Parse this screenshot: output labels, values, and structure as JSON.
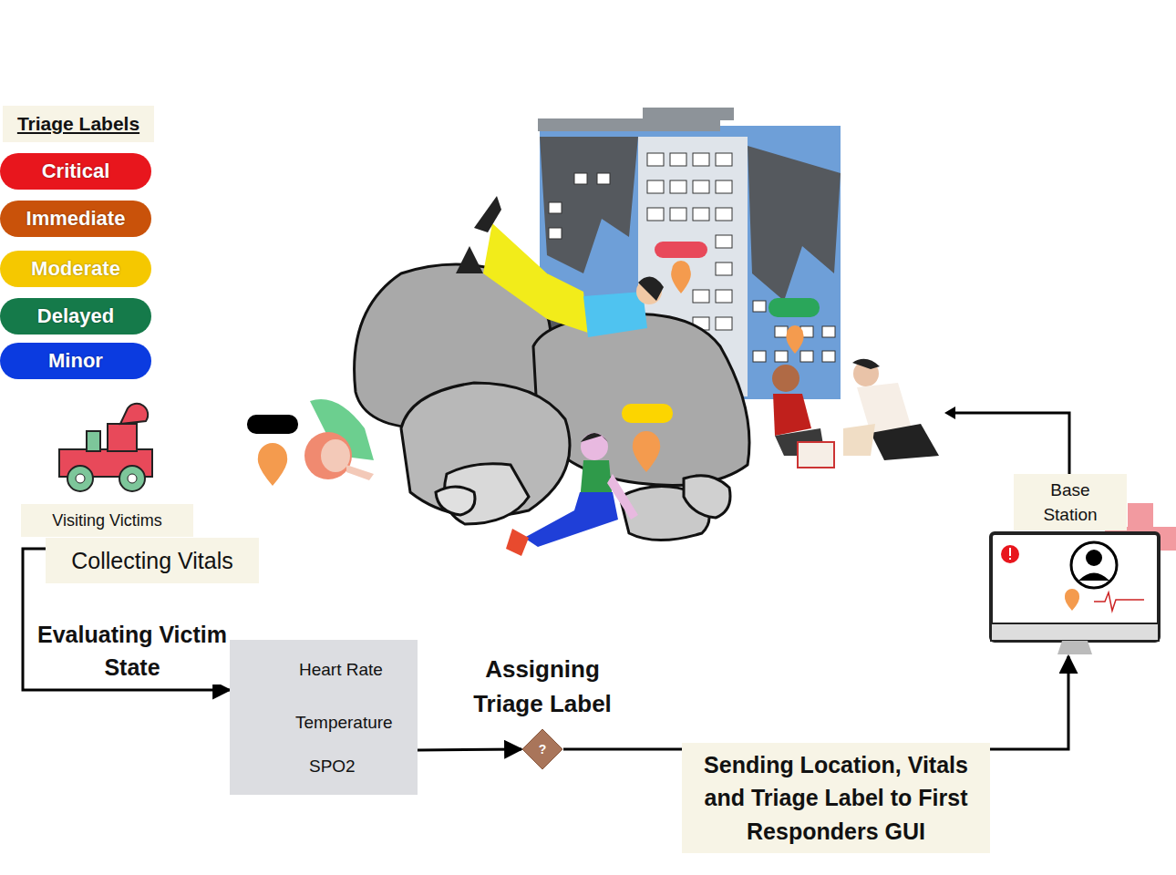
{
  "diagram": {
    "nodes": [
      {
        "text": [
          "Visiting Victims"
        ]
      },
      {
        "text": [
          "Collecting Vitals"
        ]
      },
      {
        "text": [
          "Heart Rate",
          "Temperature",
          "SPO2"
        ]
      },
      {
        "text": [
          "Assigning Triage Label",
          "?"
        ]
      },
      {
        "text": [
          "Base Station"
        ]
      }
    ],
    "edges": [
      {
        "from": 1,
        "to": 2,
        "label": "Evaluating Victim State",
        "arrow": "to"
      },
      {
        "from": 2,
        "to": 3,
        "arrow": "to"
      },
      {
        "from": 3,
        "to": 4,
        "label": "Sending Location, Vitals and Triage Label to First Responders GUI",
        "arrow": "to"
      }
    ],
    "labels": [
      "Triage Labels"
    ],
    "legend": [
      {
        "text": "Critical",
        "color": "#e8161d"
      },
      {
        "text": "Immediate",
        "color": "#c9520a"
      },
      {
        "text": "Moderate",
        "color": "#f5c800"
      },
      {
        "text": "Delayed",
        "color": "#157a4a"
      },
      {
        "text": "Minor",
        "color": "#0b3be0"
      }
    ]
  }
}
